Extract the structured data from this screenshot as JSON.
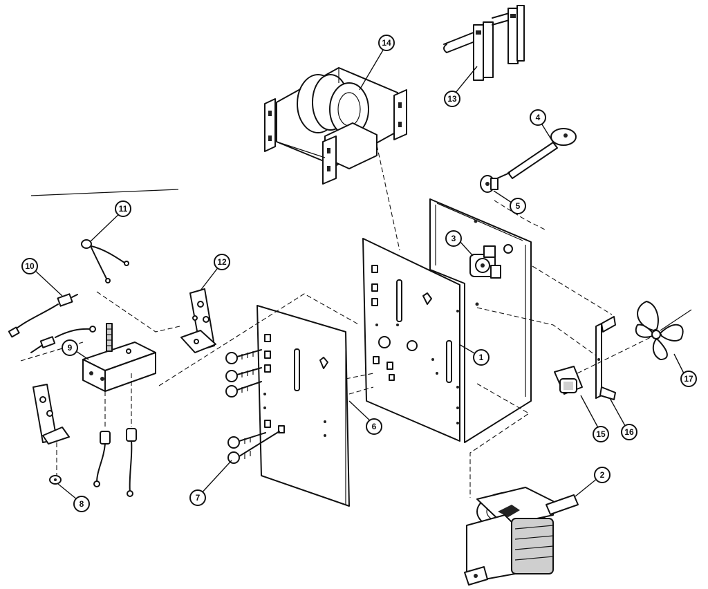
{
  "callouts": [
    {
      "id": "c1",
      "label": "1",
      "part": "chassis-rear-panel"
    },
    {
      "id": "c2",
      "label": "2",
      "part": "transformer"
    },
    {
      "id": "c3",
      "label": "3",
      "part": "rotary-switch"
    },
    {
      "id": "c4",
      "label": "4",
      "part": "handle-knob"
    },
    {
      "id": "c5",
      "label": "5",
      "part": "shaft-bushing"
    },
    {
      "id": "c6",
      "label": "6",
      "part": "front-panel"
    },
    {
      "id": "c7",
      "label": "7",
      "part": "mounting-screws"
    },
    {
      "id": "c8",
      "label": "8",
      "part": "nut"
    },
    {
      "id": "c9",
      "label": "9",
      "part": "rectifier-bracket"
    },
    {
      "id": "c10",
      "label": "10",
      "part": "thermostat-lead"
    },
    {
      "id": "c11",
      "label": "11",
      "part": "lamp-lead"
    },
    {
      "id": "c12",
      "label": "12",
      "part": "angle-bracket"
    },
    {
      "id": "c13",
      "label": "13",
      "part": "terminal-contacts"
    },
    {
      "id": "c14",
      "label": "14",
      "part": "coil-assembly"
    },
    {
      "id": "c15",
      "label": "15",
      "part": "fan-motor"
    },
    {
      "id": "c16",
      "label": "16",
      "part": "fan-bracket"
    },
    {
      "id": "c17",
      "label": "17",
      "part": "fan-blade"
    }
  ]
}
